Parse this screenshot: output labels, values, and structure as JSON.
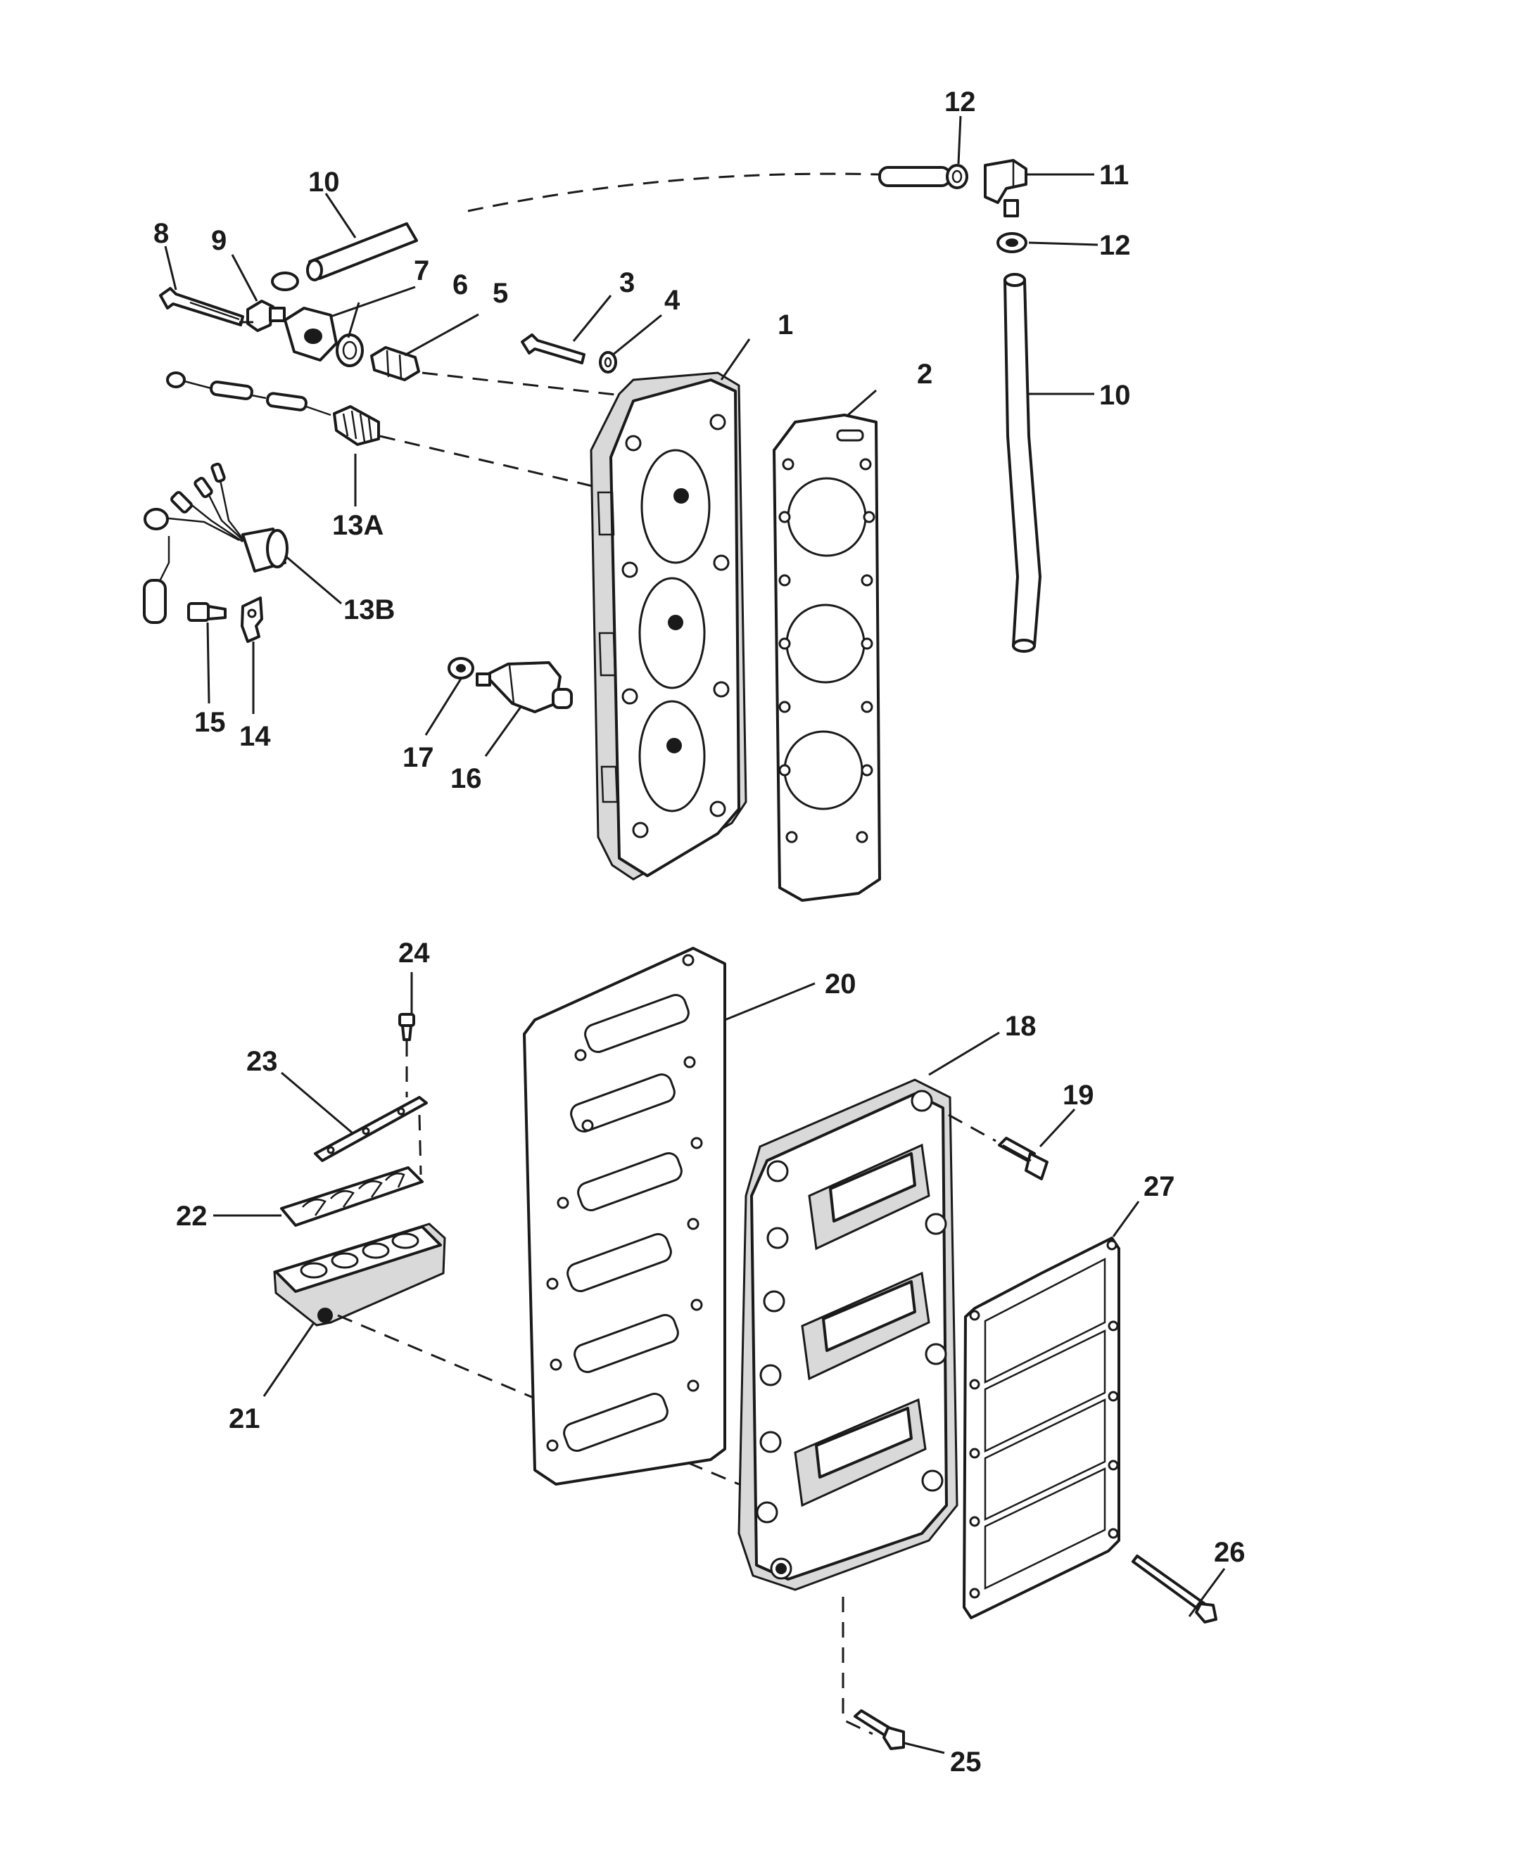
{
  "diagram": {
    "labels": {
      "l1": "1",
      "l2": "2",
      "l3": "3",
      "l4": "4",
      "l5": "5",
      "l6": "6",
      "l7": "7",
      "l8": "8",
      "l9": "9",
      "l10a": "10",
      "l10b": "10",
      "l11": "11",
      "l12a": "12",
      "l12b": "12",
      "l13a": "13A",
      "l13b": "13B",
      "l14": "14",
      "l15": "15",
      "l16": "16",
      "l17": "17",
      "l18": "18",
      "l19": "19",
      "l20": "20",
      "l21": "21",
      "l22": "22",
      "l23": "23",
      "l24": "24",
      "l25": "25",
      "l26": "26",
      "l27": "27"
    }
  }
}
